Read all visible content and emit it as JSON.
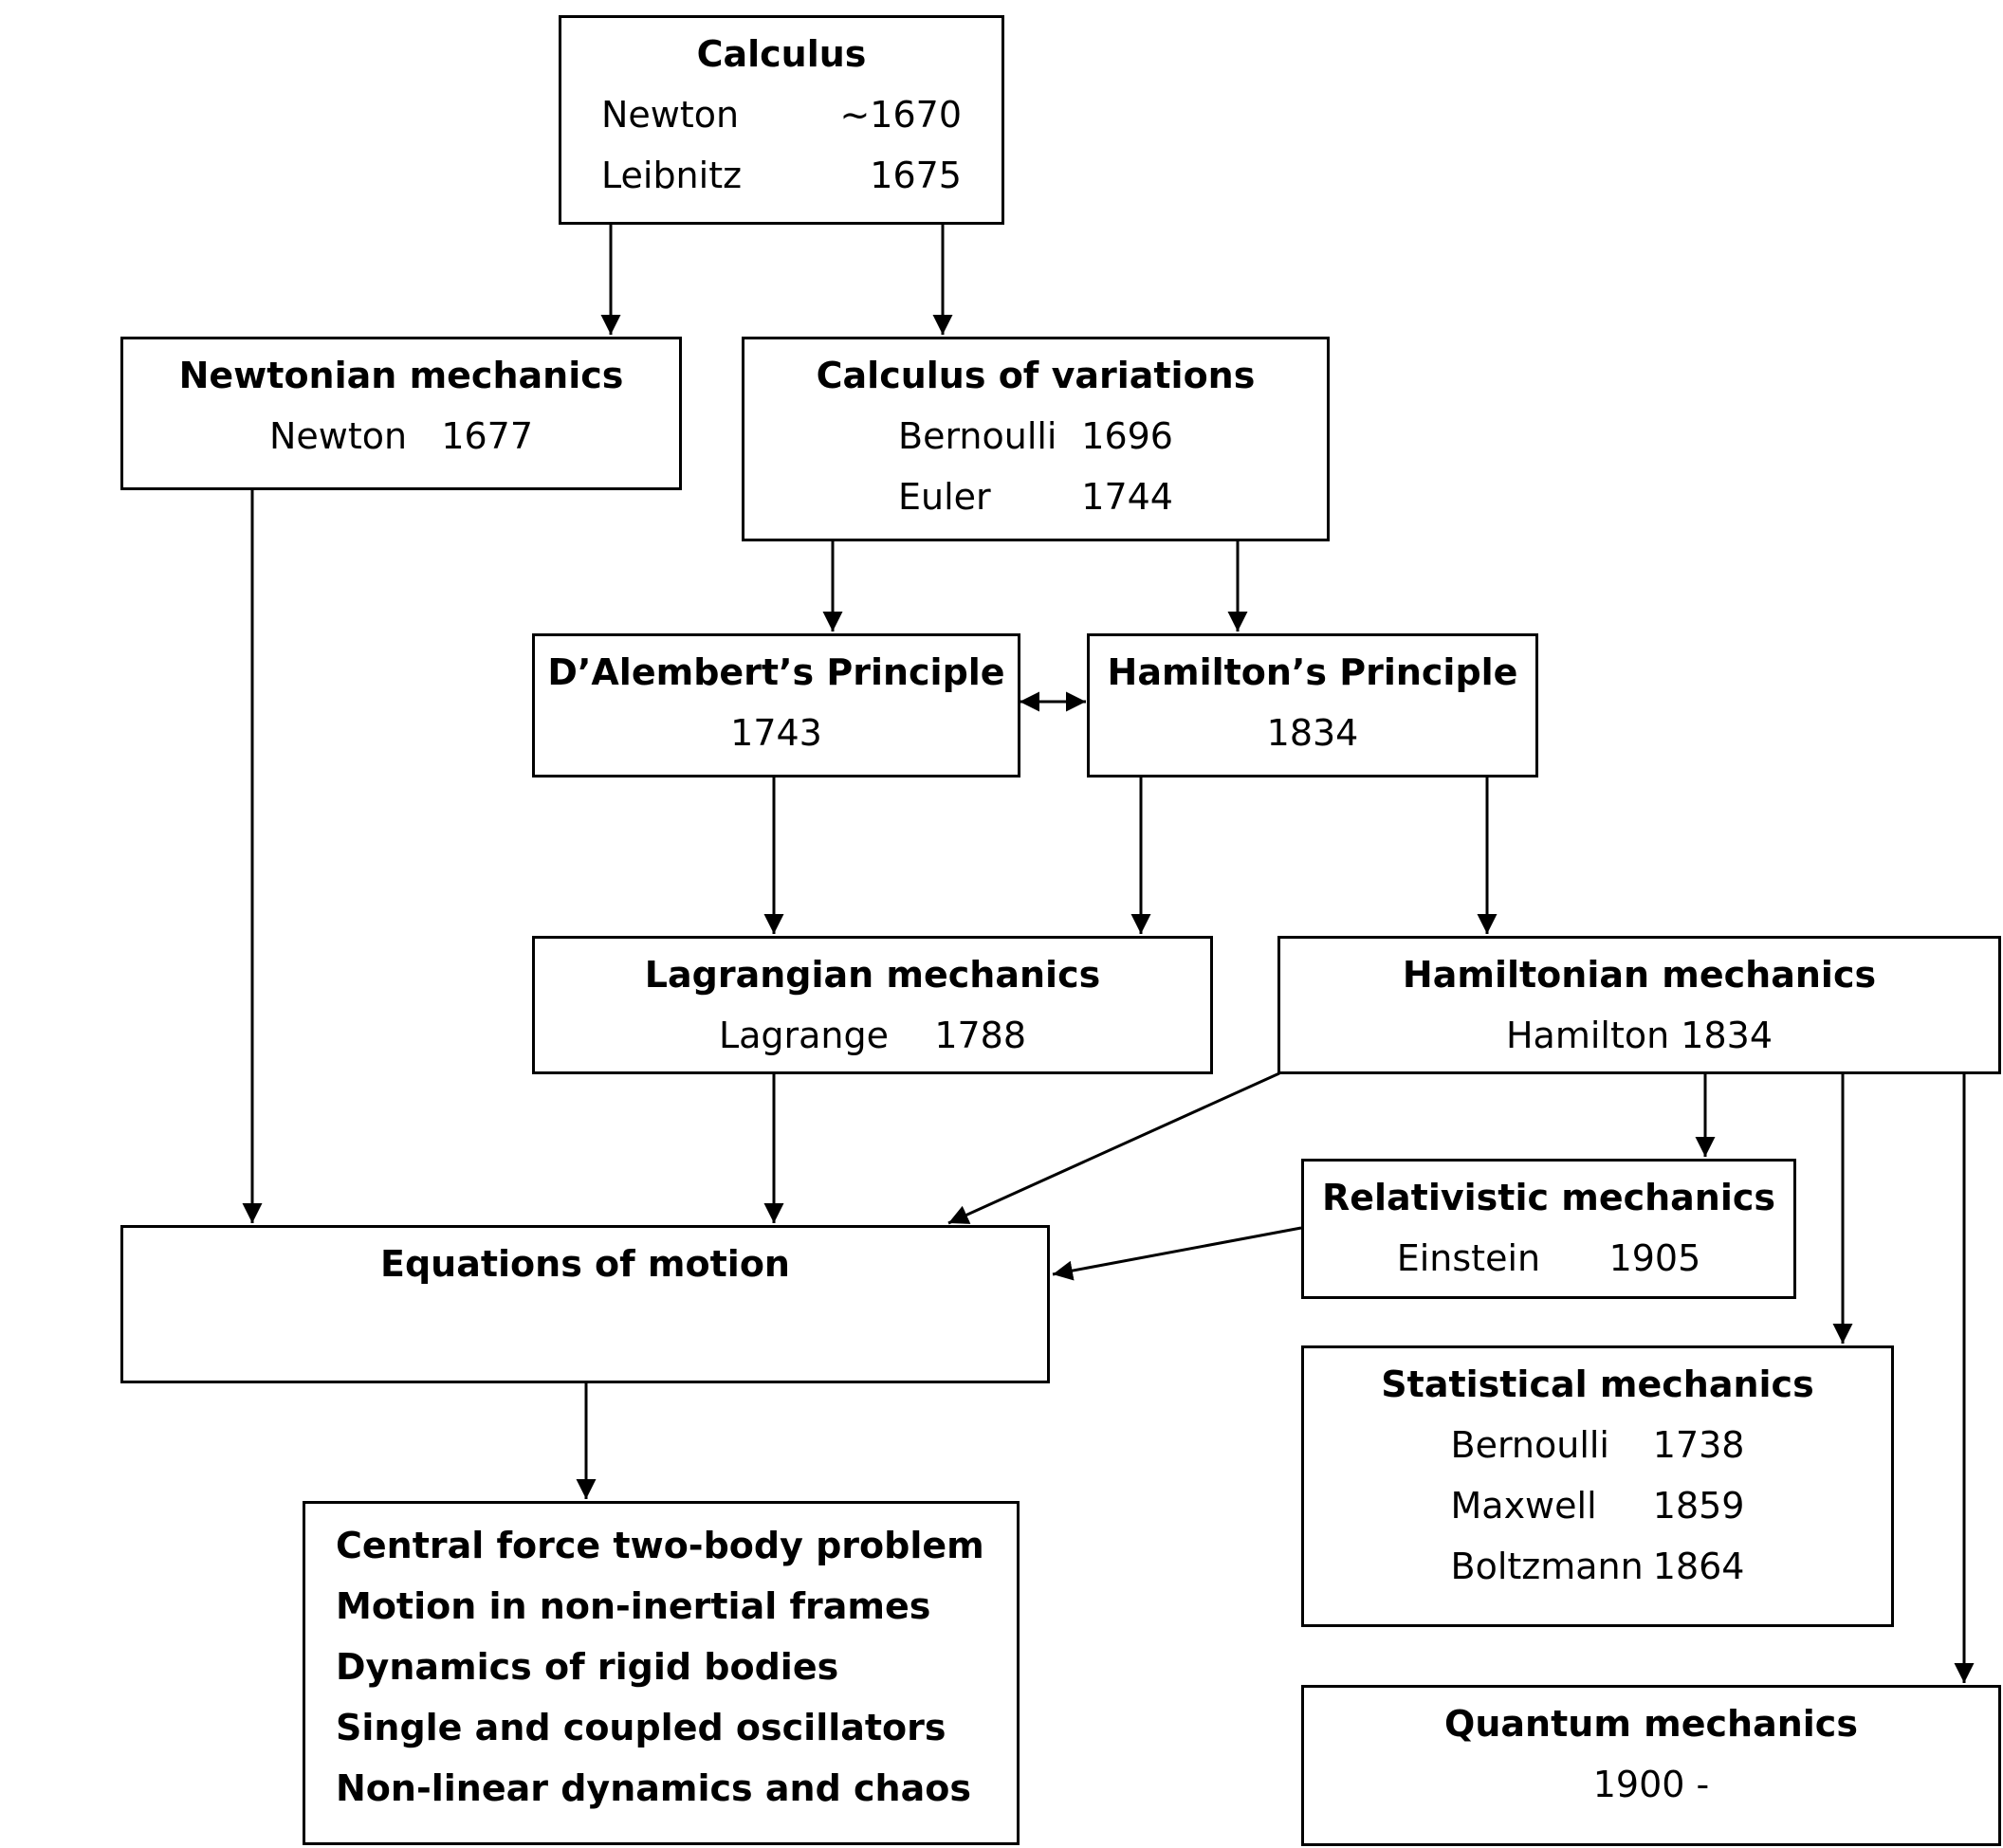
{
  "calculus": {
    "title": "Calculus",
    "rows": [
      {
        "name": "Newton",
        "year": "~1670"
      },
      {
        "name": "Leibnitz",
        "year": "1675"
      }
    ]
  },
  "newtonian": {
    "title": "Newtonian mechanics",
    "line": "Newton   1677"
  },
  "variations": {
    "title": "Calculus of variations",
    "rows": [
      {
        "name": "Bernoulli",
        "year": "1696"
      },
      {
        "name": "Euler",
        "year": "1744"
      }
    ]
  },
  "dalembert": {
    "title": "D’Alembert’s Principle",
    "line": "1743"
  },
  "hamilton_principle": {
    "title": "Hamilton’s Principle",
    "line": "1834"
  },
  "lagrangian": {
    "title": "Lagrangian mechanics",
    "line": "Lagrange    1788"
  },
  "hamiltonian": {
    "title": "Hamiltonian mechanics",
    "line": "Hamilton 1834"
  },
  "relativistic": {
    "title": "Relativistic mechanics",
    "line": "Einstein      1905"
  },
  "equations": {
    "title": "Equations of motion"
  },
  "statistical": {
    "title": "Statistical mechanics",
    "rows": [
      {
        "name": "Bernoulli",
        "year": "1738"
      },
      {
        "name": "Maxwell",
        "year": "1859"
      },
      {
        "name": "Boltzmann",
        "year": "1864"
      }
    ]
  },
  "topics": {
    "items": [
      "Central force two-body problem",
      "Motion in non-inertial frames",
      "Dynamics of rigid bodies",
      "Single and coupled oscillators",
      "Non-linear dynamics and chaos"
    ]
  },
  "quantum": {
    "title": "Quantum mechanics",
    "line": "1900 -"
  }
}
